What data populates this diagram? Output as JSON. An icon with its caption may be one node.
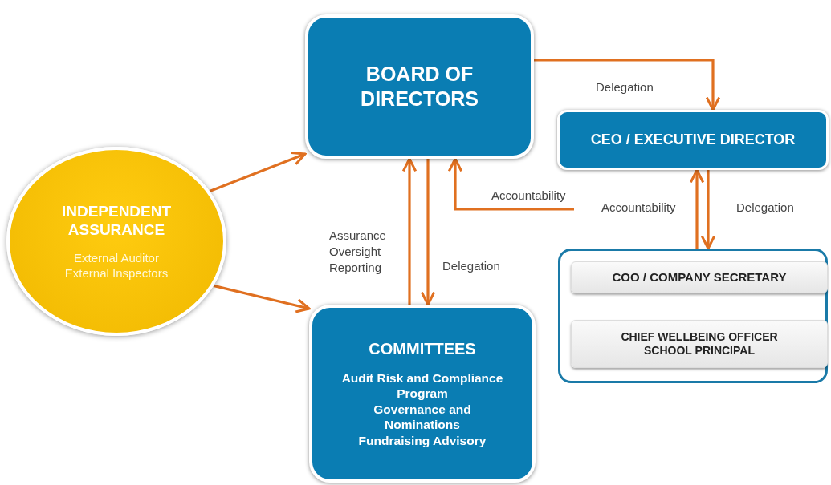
{
  "diagram": {
    "nodes": [
      {
        "text": [
          "BOARD OF DIRECTORS"
        ]
      },
      {
        "text": [
          "CEO / EXECUTIVE DIRECTOR"
        ]
      },
      {
        "text": [
          "INDEPENDENT ASSURANCE",
          "External Auditor External Inspectors"
        ]
      },
      {
        "text": [
          "COMMITTEES",
          "Audit Risk and Compliance Program",
          "Governance and Nominations",
          "Fundraising Advisory"
        ]
      },
      {
        "text": [],
        "shape": "box"
      },
      {
        "text": [
          "COO / COMPANY SECRETARY"
        ],
        "in": 4
      },
      {
        "text": [
          "CHIEF WELLBEING OFFICER",
          "SCHOOL PRINCIPAL"
        ],
        "in": 4
      }
    ],
    "edges": [
      {
        "from": 0,
        "to": 1,
        "arrow": "to",
        "label": "Delegation"
      },
      {
        "from": null,
        "to": 0,
        "arrow": "to",
        "label": "Accountability"
      },
      {
        "from": 1,
        "to": 4,
        "arrow": "to",
        "label": "Delegation"
      },
      {
        "from": 4,
        "to": 1,
        "arrow": "to",
        "label": "Accountability"
      },
      {
        "from": 3,
        "to": 0,
        "arrow": "to",
        "label": "Assurance Oversight Reporting"
      },
      {
        "from": 0,
        "to": 3,
        "arrow": "to",
        "label": "Delegation"
      },
      {
        "from": 2,
        "to": 0,
        "arrow": "to"
      },
      {
        "from": 2,
        "to": 3,
        "arrow": "to"
      }
    ]
  }
}
